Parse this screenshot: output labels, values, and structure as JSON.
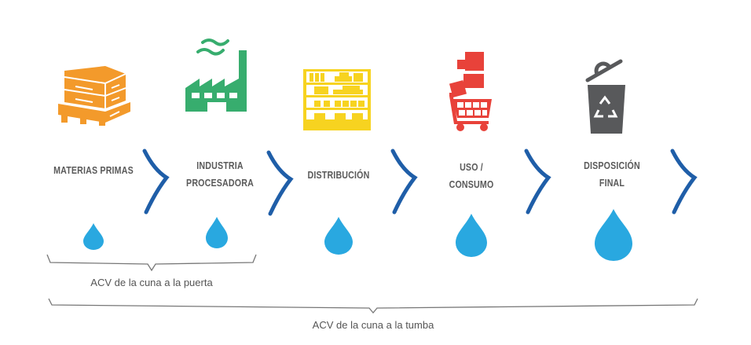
{
  "colors": {
    "materias": "#f39a2b",
    "industria": "#37ad6e",
    "distribucion": "#f7d320",
    "uso": "#e8423a",
    "disposicion": "#58595b",
    "chevron": "#1f5ea8",
    "drop": "#29a8e0",
    "text": "#5a5a5a"
  },
  "stages": [
    {
      "id": "materias",
      "label_line1": "MATERIAS PRIMAS",
      "label_line2": "",
      "icon": "pallet-boxes-icon"
    },
    {
      "id": "industria",
      "label_line1": "INDUSTRIA",
      "label_line2": "PROCESADORA",
      "icon": "factory-icon"
    },
    {
      "id": "distribucion",
      "label_line1": "DISTRIBUCIÓN",
      "label_line2": "",
      "icon": "store-shelf-icon"
    },
    {
      "id": "uso",
      "label_line1": "USO /",
      "label_line2": "CONSUMO",
      "icon": "shopping-cart-icon"
    },
    {
      "id": "disposicion",
      "label_line1": "DISPOSICIÓN",
      "label_line2": "FINAL",
      "icon": "recycle-bin-icon"
    }
  ],
  "brackets": {
    "gate": "ACV de la cuna a la puerta",
    "grave": "ACV de la cuna a la tumba"
  }
}
